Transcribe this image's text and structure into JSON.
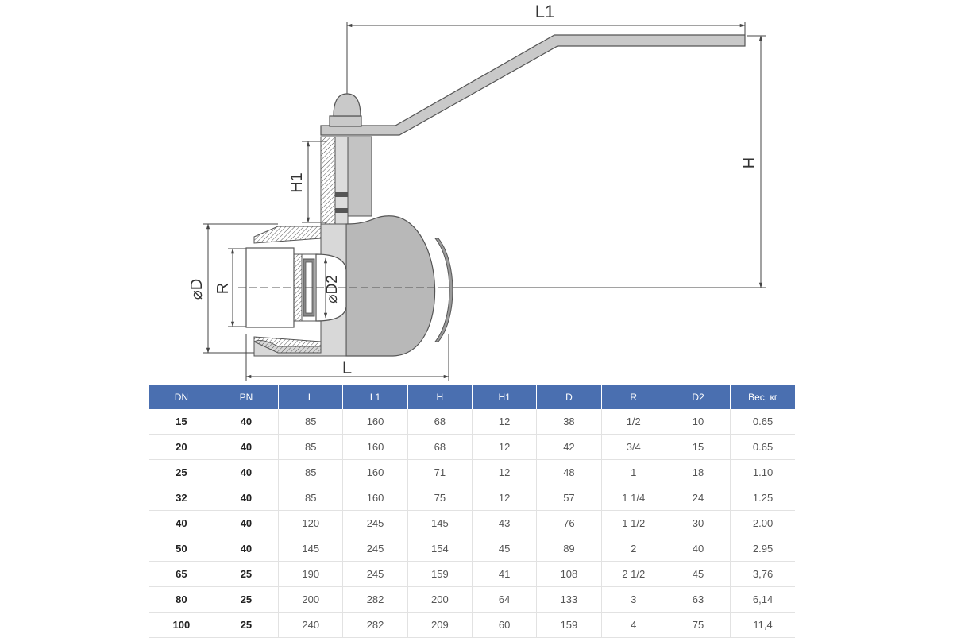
{
  "drawing": {
    "labels": {
      "l1": "L1",
      "h": "H",
      "h1": "H1",
      "d": "⌀D",
      "r": "R",
      "d2": "⌀D2",
      "l": "L"
    }
  },
  "table": {
    "headers": [
      "DN",
      "PN",
      "L",
      "L1",
      "H",
      "H1",
      "D",
      "R",
      "D2",
      "Вес, кг"
    ],
    "rows": [
      [
        "15",
        "40",
        "85",
        "160",
        "68",
        "12",
        "38",
        "1/2",
        "10",
        "0.65"
      ],
      [
        "20",
        "40",
        "85",
        "160",
        "68",
        "12",
        "42",
        "3/4",
        "15",
        "0.65"
      ],
      [
        "25",
        "40",
        "85",
        "160",
        "71",
        "12",
        "48",
        "1",
        "18",
        "1.10"
      ],
      [
        "32",
        "40",
        "85",
        "160",
        "75",
        "12",
        "57",
        "1 1/4",
        "24",
        "1.25"
      ],
      [
        "40",
        "40",
        "120",
        "245",
        "145",
        "43",
        "76",
        "1 1/2",
        "30",
        "2.00"
      ],
      [
        "50",
        "40",
        "145",
        "245",
        "154",
        "45",
        "89",
        "2",
        "40",
        "2.95"
      ],
      [
        "65",
        "25",
        "190",
        "245",
        "159",
        "41",
        "108",
        "2 1/2",
        "45",
        "3,76"
      ],
      [
        "80",
        "25",
        "200",
        "282",
        "200",
        "64",
        "133",
        "3",
        "63",
        "6,14"
      ],
      [
        "100",
        "25",
        "240",
        "282",
        "209",
        "60",
        "159",
        "4",
        "75",
        "11,4"
      ]
    ]
  },
  "colors": {
    "header_bg": "#4a6fb0",
    "header_text": "#ffffff",
    "body_gray": "#b8b8b8"
  }
}
